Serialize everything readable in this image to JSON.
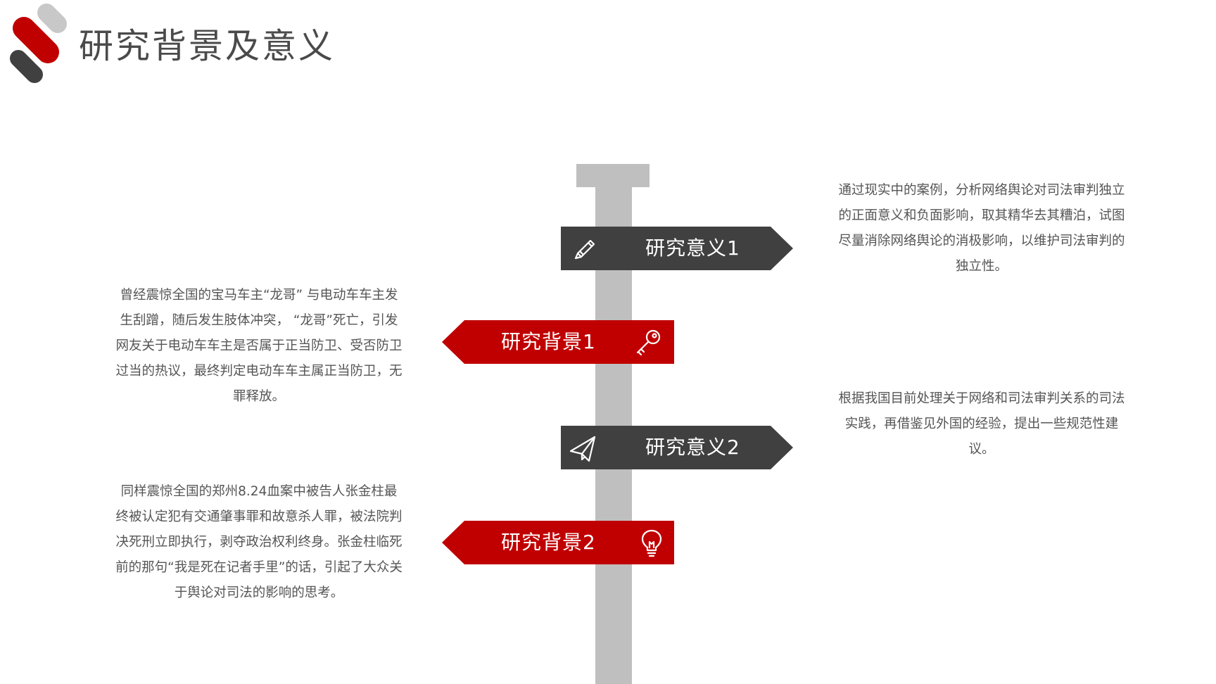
{
  "page": {
    "title": "研究背景及意义"
  },
  "colors": {
    "red": "#c00000",
    "dark": "#404040",
    "post": "#bfbfbf",
    "logo_red": "#c00000",
    "logo_dark": "#404040",
    "logo_gray": "#c8c8c8"
  },
  "signs": [
    {
      "label": "研究意义1",
      "direction": "right",
      "color": "dark",
      "icon": "pencil-icon"
    },
    {
      "label": "研究背景1",
      "direction": "left",
      "color": "red",
      "icon": "key-icon"
    },
    {
      "label": "研究意义2",
      "direction": "right",
      "color": "dark",
      "icon": "paper-plane-icon"
    },
    {
      "label": "研究背景2",
      "direction": "left",
      "color": "red",
      "icon": "lightbulb-icon"
    }
  ],
  "descriptions": {
    "significance_1": "通过现实中的案例，分析网络舆论对司法审判独立的正面意义和负面影响，取其精华去其糟泊，试图尽量消除网络舆论的消极影响，以维护司法审判的独立性。",
    "background_1": "曾经震惊全国的宝马车主“龙哥” 与电动车车主发生刮蹭，随后发生肢体冲突， “龙哥”死亡，引发网友关于电动车车主是否属于正当防卫、受否防卫过当的热议，最终判定电动车车主属正当防卫，无罪释放。",
    "significance_2": "根据我国目前处理关于网络和司法审判关系的司法实践，再借鉴见外国的经验，提出一些规范性建议。",
    "background_2": "同样震惊全国的郑州8.24血案中被告人张金柱最终被认定犯有交通肇事罪和故意杀人罪，被法院判决死刑立即执行，剥夺政治权利终身。张金柱临死前的那句“我是死在记者手里”的话，引起了大众关于舆论对司法的影响的思考。"
  }
}
